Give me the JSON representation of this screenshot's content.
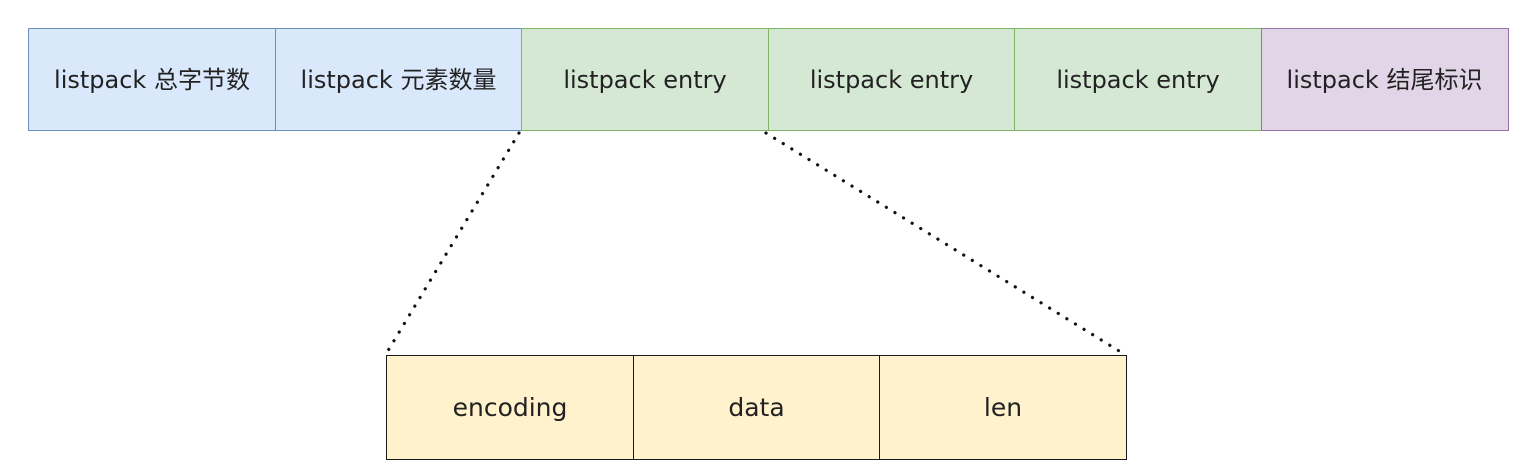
{
  "listpack": {
    "fields": [
      {
        "label": "listpack 总字节数",
        "color": "blue"
      },
      {
        "label": "listpack 元素数量",
        "color": "blue"
      },
      {
        "label": "listpack entry",
        "color": "green"
      },
      {
        "label": "listpack entry",
        "color": "green"
      },
      {
        "label": "listpack entry",
        "color": "green"
      },
      {
        "label": "listpack 结尾标识",
        "color": "purple"
      }
    ]
  },
  "entry": {
    "fields": [
      {
        "label": "encoding"
      },
      {
        "label": "data"
      },
      {
        "label": "len"
      }
    ]
  },
  "colors": {
    "blue_fill": "#dae8fc",
    "blue_border": "#6c8ebf",
    "green_fill": "#d5e8d4",
    "green_border": "#82b366",
    "purple_fill": "#e1d5e7",
    "purple_border": "#9673a6",
    "yellow_fill": "#fff2cc",
    "yellow_border": "#1a1a1a",
    "connector": "#111111"
  }
}
